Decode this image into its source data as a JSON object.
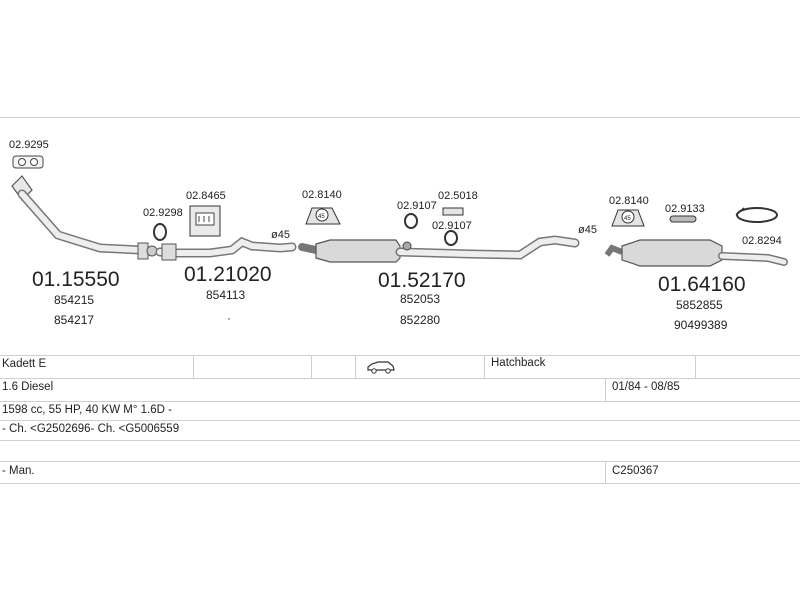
{
  "diagram": {
    "parts": [
      {
        "code": "01.15550",
        "oem": [
          "854215",
          "854217"
        ]
      },
      {
        "code": "01.21020",
        "oem": [
          "854113"
        ]
      },
      {
        "code": "01.52170",
        "oem": [
          "852053",
          "852280"
        ]
      },
      {
        "code": "01.64160",
        "oem": [
          "5852855",
          "90499389"
        ]
      }
    ],
    "accessories": {
      "a1": "02.9295",
      "a2": "02.9298",
      "a3": "02.8465",
      "a4": "02.8140",
      "a5": "02.9107",
      "a6": "02.5018",
      "a7": "02.9107",
      "a8": "02.8140",
      "a9": "02.9133",
      "a10": "02.8294"
    },
    "diameter_1": "ø45",
    "diameter_2": "ø45",
    "ring_value": "45",
    "dot": "·"
  },
  "specs": {
    "model": "Kadett E",
    "body_type": "Hatchback",
    "engine": "1.6 Diesel",
    "years": "01/84 - 08/85",
    "engine_details": "1598 cc, 55 HP, 40 KW M° 1.6D -",
    "chassis": "- Ch. <G2502696- Ch. <G5006559",
    "transmission": "- Man.",
    "catalog_code": "C250367"
  },
  "icons": {
    "vehicle": "car-side-icon"
  }
}
